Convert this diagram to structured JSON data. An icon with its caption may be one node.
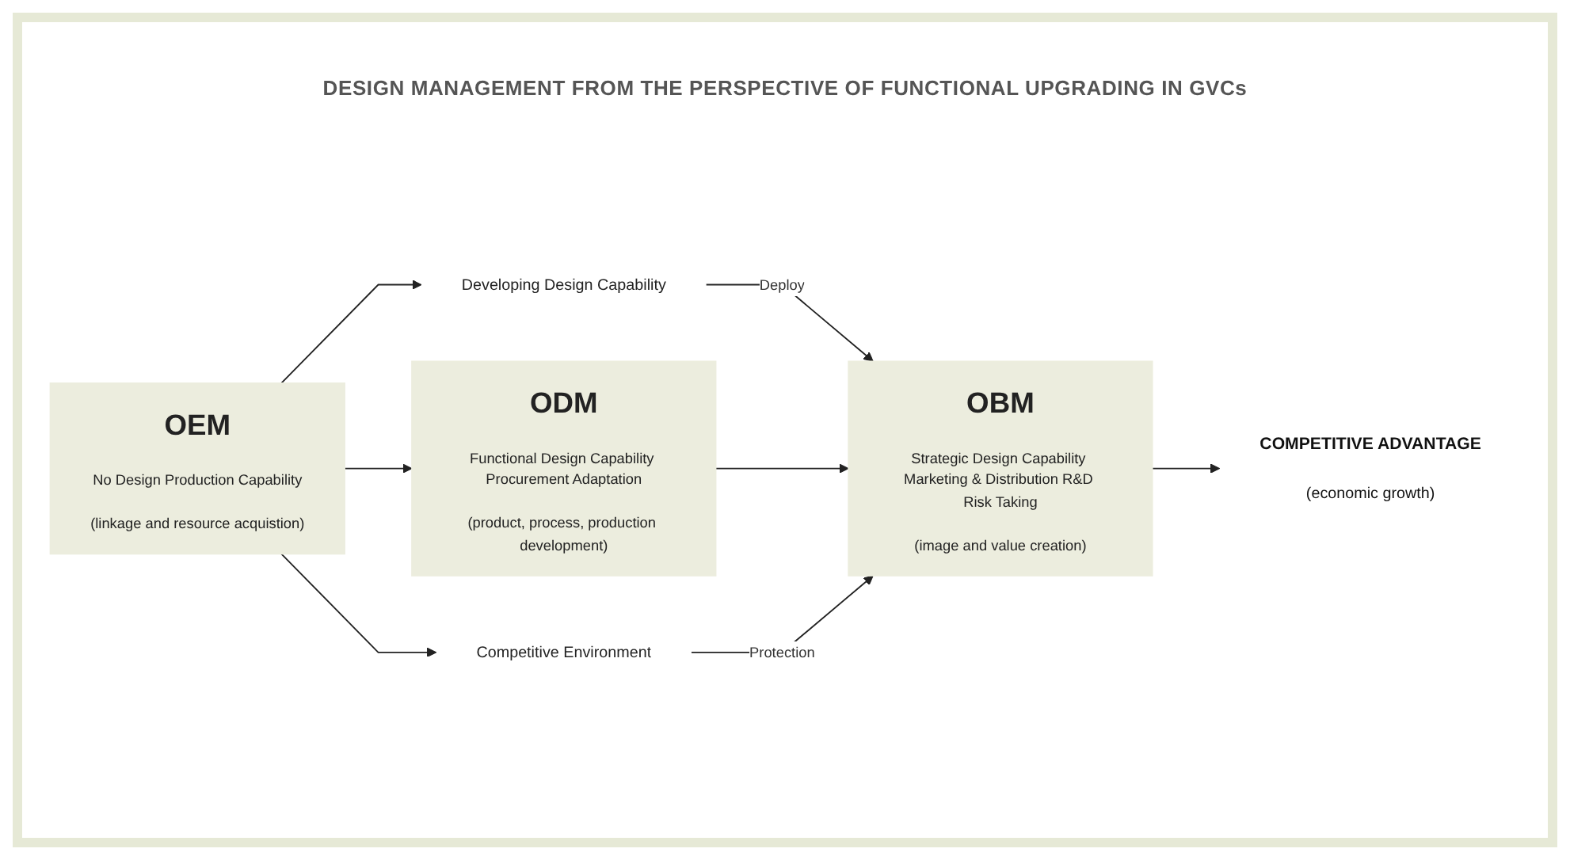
{
  "diagram": {
    "title": "DESIGN MANAGEMENT FROM THE PERSPECTIVE OF FUNCTIONAL UPGRADING IN GVCs",
    "nodes": [
      {
        "text": [
          "Developing Design Capability"
        ]
      },
      {
        "text": [
          "OEM",
          "No Design Production Capability",
          "(linkage and resource acquistion)"
        ]
      },
      {
        "text": [
          "ODM",
          "Functional Design Capability Procurement Adaptation",
          "(product, process, production development)"
        ]
      },
      {
        "text": [
          "OBM",
          "Strategic Design Capability Marketing & Distribution R&D Risk Taking",
          "(image and value creation)"
        ]
      },
      {
        "text": [
          "COMPETITIVE ADVANTAGE",
          "(economic growth)"
        ]
      },
      {
        "text": [
          "Competitive Environment"
        ]
      }
    ],
    "edges": [
      {
        "from": 1,
        "to": 0,
        "arrow": "to"
      },
      {
        "from": 0,
        "to": 3,
        "arrow": "to",
        "label": "Deploy"
      },
      {
        "from": 1,
        "to": 2,
        "arrow": "to"
      },
      {
        "from": 2,
        "to": 3,
        "arrow": "to"
      },
      {
        "from": 3,
        "to": 4,
        "arrow": "to"
      },
      {
        "from": 1,
        "to": 5,
        "arrow": "to"
      },
      {
        "from": 5,
        "to": 3,
        "arrow": "to",
        "label": "Protection"
      }
    ]
  }
}
